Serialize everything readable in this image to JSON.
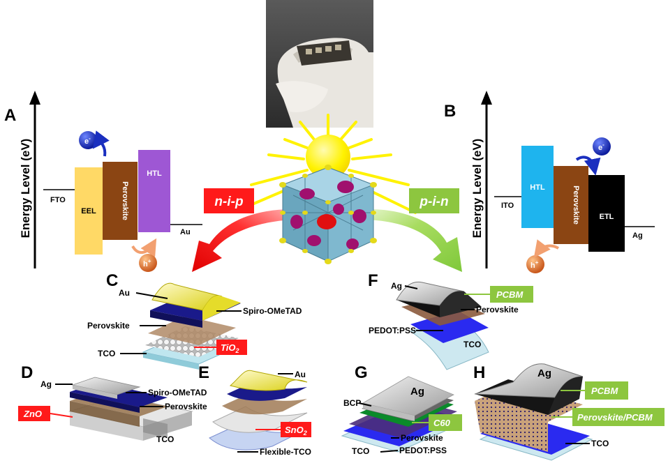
{
  "panels": {
    "a": "A",
    "b": "B",
    "c": "C",
    "d": "D",
    "e": "E",
    "f": "F",
    "g": "G",
    "h": "H"
  },
  "axis_label": "Energy Level (eV)",
  "charges": {
    "electron": "e",
    "hole": "h",
    "minus": "-",
    "plus": "+"
  },
  "diagram_a": {
    "fto": "FTO",
    "eel": "EEL",
    "perovskite": "Perovskite",
    "htl": "HTL",
    "au": "Au"
  },
  "diagram_b": {
    "ito": "ITO",
    "htl": "HTL",
    "perovskite": "Perovskite",
    "etl": "ETL",
    "ag": "Ag"
  },
  "structures": {
    "nip": "n-i-p",
    "pin": "p-i-n"
  },
  "device_c": {
    "au": "Au",
    "spiro": "Spiro-OMeTAD",
    "perovskite": "Perovskite",
    "tco": "TCO",
    "tio2": "TiO",
    "tio2_sub": "2"
  },
  "device_d": {
    "ag": "Ag",
    "spiro": "Spiro-OMeTAD",
    "zno": "ZnO",
    "perovskite": "Perovskite",
    "tco": "TCO"
  },
  "device_e": {
    "au": "Au",
    "sno2": "SnO",
    "sno2_sub": "2",
    "flex_tco": "Flexible-TCO"
  },
  "device_f": {
    "ag": "Ag",
    "pcbm": "PCBM",
    "perovskite": "Perovskite",
    "pedot": "PEDOT:PSS",
    "tco": "TCO"
  },
  "device_g": {
    "ag": "Ag",
    "bcp": "BCP",
    "c60": "C60",
    "perovskite": "Perovskite",
    "tco": "TCO",
    "pedot": "PEDOT:PSS"
  },
  "device_h": {
    "ag": "Ag",
    "pcbm": "PCBM",
    "pvk_pcbm": "Perovskite/PCBM",
    "tco": "TCO"
  },
  "colors": {
    "red_tag": "#ff1a1a",
    "green_tag": "#8dc63f",
    "eel": "#ffd966",
    "perovskite": "#8b4513",
    "htl_a": "#9e57d4",
    "htl_b": "#1eb4ee",
    "etl": "#000000",
    "electron": "#1a2fbf",
    "hole": "#e8782a",
    "sun": "#ffee00",
    "blue_layer": "#2a2af0",
    "gold": "#f2ea3a"
  }
}
